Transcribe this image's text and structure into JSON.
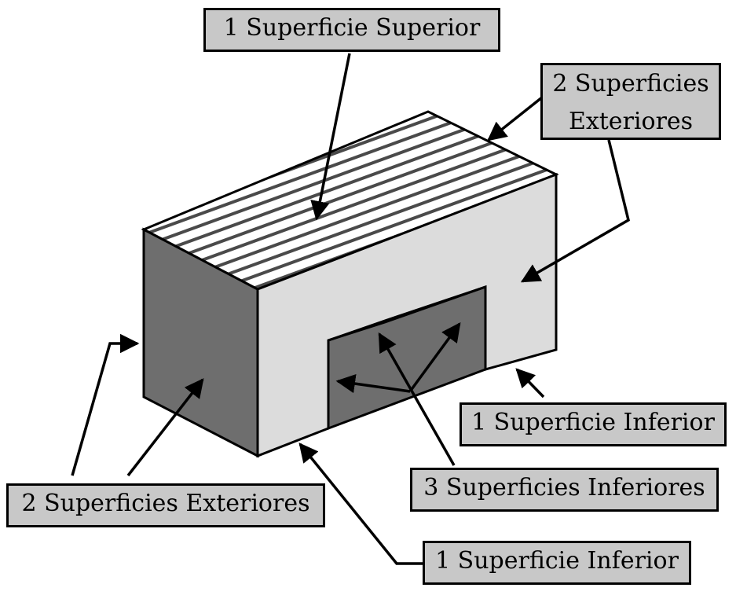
{
  "colors": {
    "top_face": "#ffffff",
    "hatch": "#4a4a4a",
    "front_face": "#dcdcdc",
    "side_face": "#6e6e6e",
    "inner_face": "#6e6e6e",
    "label_fill": "#c8c8c8",
    "outline": "#000000"
  },
  "labels": {
    "top": "1 Superficie Superior",
    "outer_right_line1": "2 Superficies",
    "outer_right_line2": "Exteriores",
    "bottom_right": "1 Superficie Inferior",
    "inner_bottom": "3 Superficies Inferiores",
    "outer_left": "2 Superficies Exteriores",
    "bottom_left": "1 Superficie Inferior"
  }
}
